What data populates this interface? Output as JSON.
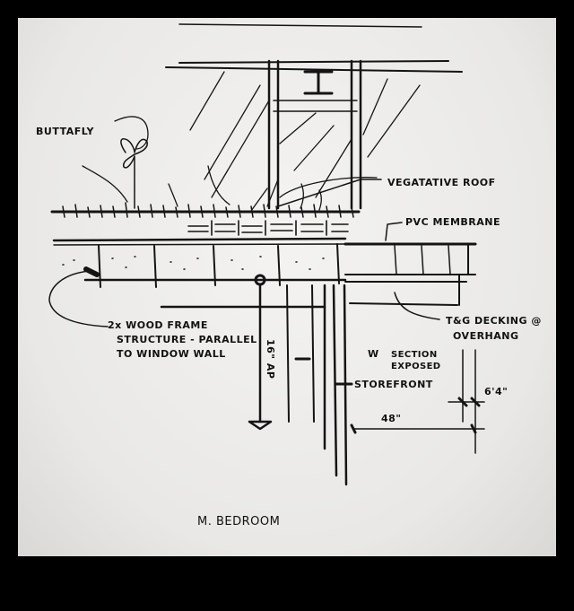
{
  "labels": {
    "butterfly": "BUTTAFLY",
    "vegetative_roof": "VEGATATIVE ROOF",
    "pvc_membrane": "PVC MEMBRANE",
    "wood_frame_1": "2x WOOD FRAME",
    "wood_frame_2": "STRUCTURE - PARALLEL",
    "wood_frame_3": "TO WINDOW WALL",
    "decking_1": "T&G DECKING @",
    "decking_2": "OVERHANG",
    "w_section_w": "W",
    "w_section_1": "SECTION",
    "w_section_2": "EXPOSED",
    "storefront": "STOREFRONT",
    "dim_16": "16\" AP",
    "dim_48": "48\"",
    "dim_64": "6'4\"",
    "title": "M. BEDROOM"
  },
  "colors": {
    "ink": "#141414",
    "paper": "#eeedeb",
    "frame": "#000000"
  }
}
